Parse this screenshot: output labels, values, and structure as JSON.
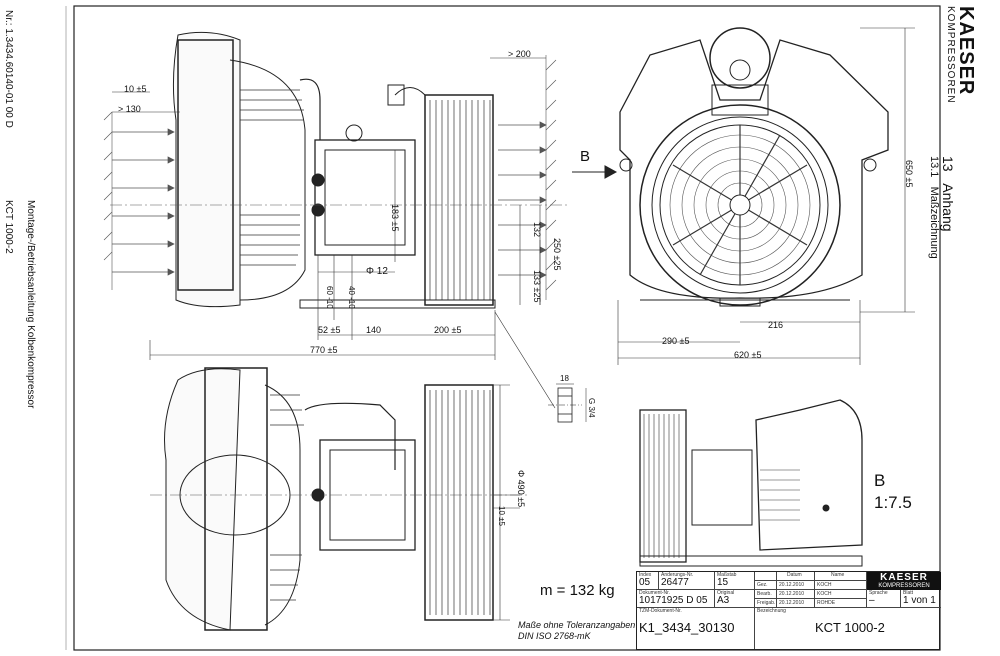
{
  "left_margin": {
    "doc_number": "Nr.: 1.3434.60140-01 00 D",
    "manual": "Montage-/Betriebsanleitung   Kolbenkompressor",
    "model": "KCT 1000-2"
  },
  "header": {
    "brand_line1": "KAESER",
    "brand_line2": "KOMPRESSOREN",
    "chapter_num": "13",
    "chapter": "Anhang",
    "section_num": "13.1",
    "section": "Maßzeichnung"
  },
  "dimensions": {
    "d_200": "> 200",
    "d_10a": "10 ±5",
    "d_130": "> 130",
    "d_183": "183 ±5",
    "d_132": "132",
    "d_250": "250 ±25",
    "d_133": "133 ±25",
    "d_phi12": "Φ 12",
    "d_60": "60 -10",
    "d_40": "40 -10",
    "d_52": "52 ±5",
    "d_140": "140",
    "d_200b": "200 ±5",
    "d_770": "770 ±5",
    "d_650": "650 ±5",
    "d_216": "216",
    "d_290": "290 ±5",
    "d_620": "620 ±5",
    "d_18": "18",
    "d_g34": "G 3/4",
    "d_490": "Φ 490 ±5",
    "d_10b": "10 ±5",
    "view_b": "B"
  },
  "detail_view": {
    "label": "B",
    "scale": "1:7.5"
  },
  "mass": "m = 132 kg",
  "tolerance_line1": "Maße ohne Toleranzangaben",
  "tolerance_line2": "DIN ISO 2768-mK",
  "title_block": {
    "index_lbl": "Index",
    "index": "05",
    "aend_lbl": "Änderungs-Nr.",
    "aend": "26477",
    "scale_lbl": "Maßstab",
    "scale": "15",
    "datum_lbl": "Datum",
    "name_lbl": "Name",
    "gez_lbl": "Gez.",
    "gez_date": "20.12.2010",
    "gez_name": "KOCH",
    "bearb_lbl": "Bearb.",
    "bearb_date": "20.12.2010",
    "bearb_name": "KOCH",
    "freig_lbl": "Freigab.",
    "freig_date": "20.12.2010",
    "freig_name": "ROHDE",
    "dok_lbl": "Dokument-Nr.",
    "dok": "10171925 D 05",
    "orig_lbl": "Original",
    "orig": "A3",
    "sprache_lbl": "Sprache",
    "sprache": "–",
    "blatt_lbl": "Blatt",
    "blatt": "1 von 1",
    "tzm_lbl": "TZM-Dokument-Nr.",
    "tzm": "K1_3434_30130",
    "bez_lbl": "Bezeichnung",
    "bez": "KCT 1000-2",
    "logo1": "KAESER",
    "logo2": "KOMPRESSOREN"
  }
}
